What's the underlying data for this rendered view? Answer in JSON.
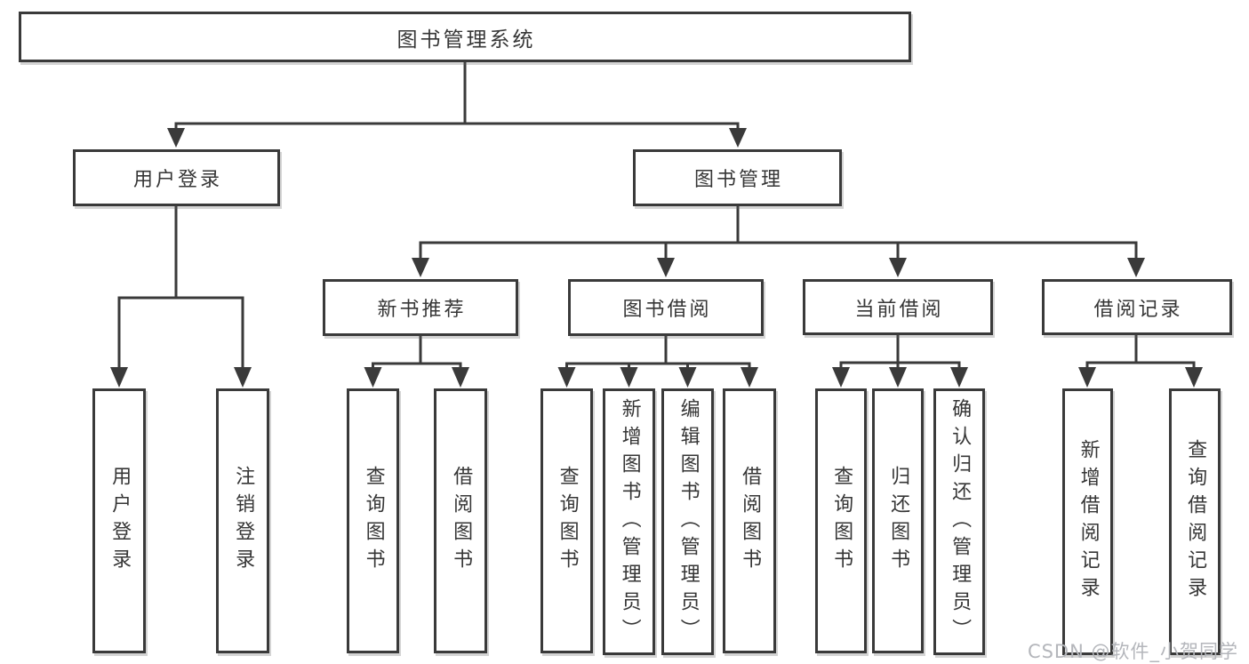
{
  "diagram": {
    "title_note": "functional structure chart",
    "colors": {
      "line": "#3a3a3a",
      "box_border": "#3a3a3a",
      "text": "#363636",
      "watermark": "#b4b6bb"
    },
    "tree": {
      "root": {
        "label": "图书管理系统"
      },
      "children": [
        {
          "label": "用户登录",
          "children": [
            {
              "label": "用户登录"
            },
            {
              "label": "注销登录"
            }
          ]
        },
        {
          "label": "图书管理",
          "children": [
            {
              "label": "新书推荐",
              "children": [
                {
                  "label": "查询图书"
                },
                {
                  "label": "借阅图书"
                }
              ]
            },
            {
              "label": "图书借阅",
              "children": [
                {
                  "label": "查询图书"
                },
                {
                  "label": "新增图书（管理员）"
                },
                {
                  "label": "编辑图书（管理员）"
                },
                {
                  "label": "借阅图书"
                }
              ]
            },
            {
              "label": "当前借阅",
              "children": [
                {
                  "label": "查询图书"
                },
                {
                  "label": "归还图书"
                },
                {
                  "label": "确认归还（管理员）"
                }
              ]
            },
            {
              "label": "借阅记录",
              "children": [
                {
                  "label": "新增借阅记录"
                },
                {
                  "label": "查询借阅记录"
                }
              ]
            }
          ]
        }
      ]
    }
  },
  "watermark": {
    "text": "CSDN @软件_小贺同学"
  }
}
